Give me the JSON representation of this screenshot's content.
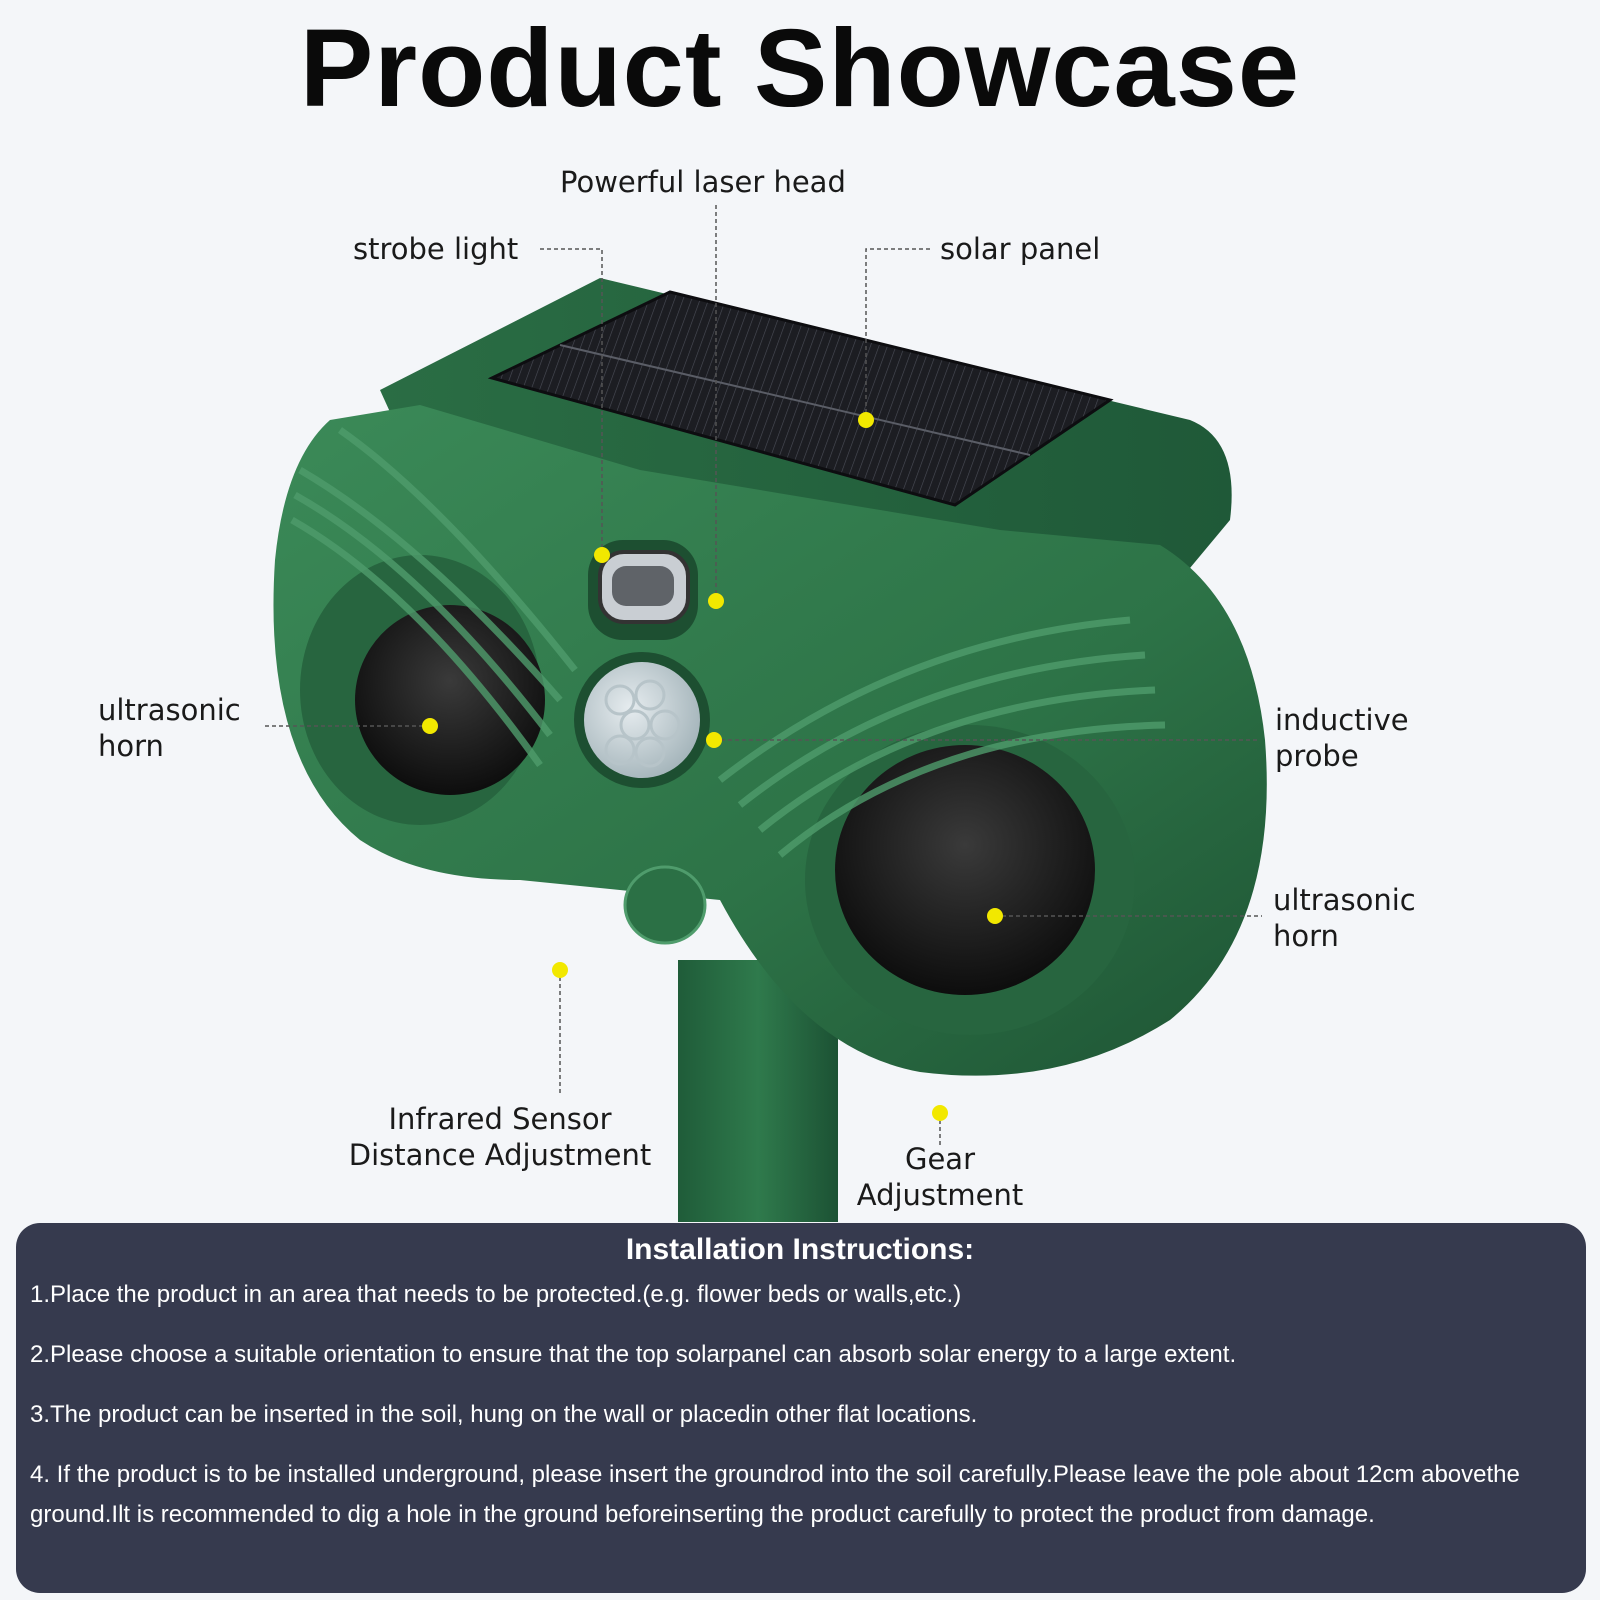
{
  "page": {
    "title": "Product Showcase"
  },
  "colors": {
    "background": "#f4f6f9",
    "device_green": "#2f7a4c",
    "device_dark": "#1f5c39",
    "marker_yellow": "#f2e800",
    "panel_bg": "#363a4e"
  },
  "callouts": {
    "laser_head": "Powerful laser head",
    "strobe_light": "strobe light",
    "solar_panel": "solar panel",
    "ultrasonic_horn_left_line1": "ultrasonic",
    "ultrasonic_horn_left_line2": "horn",
    "inductive_probe_line1": "inductive",
    "inductive_probe_line2": "probe",
    "ultrasonic_horn_right_line1": "ultrasonic",
    "ultrasonic_horn_right_line2": "horn",
    "infrared_line1": "Infrared Sensor",
    "infrared_line2": "Distance Adjustment",
    "gear_line1": "Gear",
    "gear_line2": "Adjustment"
  },
  "instructions": {
    "title": "Installation Instructions:",
    "items": [
      "1.Place the product in an area that needs to be protected.(e.g. flower beds or walls,etc.)",
      "2.Please choose a suitable orientation to ensure that the top solarpanel can absorb solar energy to a large extent.",
      "3.The product can be inserted in the soil, hung on the wall or placedin other flat locations.",
      "4. If the product is to be installed underground, please insert the groundrod into the soil carefully.Please leave the pole about 12cm abovethe ground.Ilt is recommended to dig a hole in the ground beforeinserting the product carefully to protect the product from damage."
    ]
  }
}
